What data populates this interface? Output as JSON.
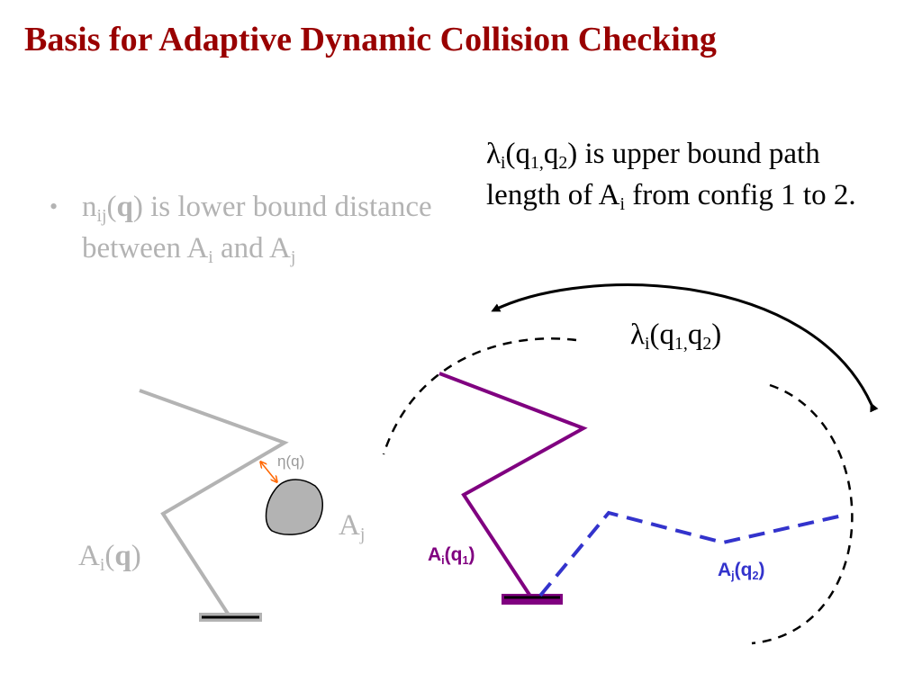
{
  "title": "Basis for Adaptive Dynamic Collision Checking",
  "bullet": {
    "marker": "•",
    "n": "n",
    "n_sub": "ij",
    "open_paren": "(",
    "q_bold": "q",
    "after_q": ") is lower bound distance between A",
    "ai_sub": "i",
    "and": " and A",
    "aj_sub": "j"
  },
  "upper_bound": {
    "lambda": "λ",
    "sub_i": "i",
    "paren_open": "(q",
    "sub_1": "1,",
    "q_mid": "q",
    "sub_2": "2",
    "after": ") is upper bound path length of A",
    "sub_i2": "i",
    "end": " from config 1 to 2."
  },
  "lambda_label": {
    "lambda": "λ",
    "sub_i": "i",
    "paren_open": "(q",
    "sub_1": "1,",
    "q_mid": "q",
    "sub_2": "2",
    "close": ")"
  },
  "labels": {
    "ai_left": {
      "a": "A",
      "sub": "i",
      "open": "(",
      "q": "q",
      "close": ")"
    },
    "aj_left": {
      "a": "A",
      "sub": "j"
    },
    "eta": "η(q)",
    "ai_q1": {
      "a": "A",
      "sub": "i",
      "open": "(q",
      "sub2": "1",
      "close": ")"
    },
    "aj_q2": {
      "a": "A",
      "sub": "j",
      "open": "(q",
      "sub2": "2",
      "close": ")"
    }
  },
  "colors": {
    "title": "#990000",
    "gray_robot": "#b3b3b3",
    "purple_robot": "#800080",
    "blue_robot": "#3333cc",
    "eta_arrow": "#ff6600",
    "obstacle_fill": "#b3b3b3"
  }
}
